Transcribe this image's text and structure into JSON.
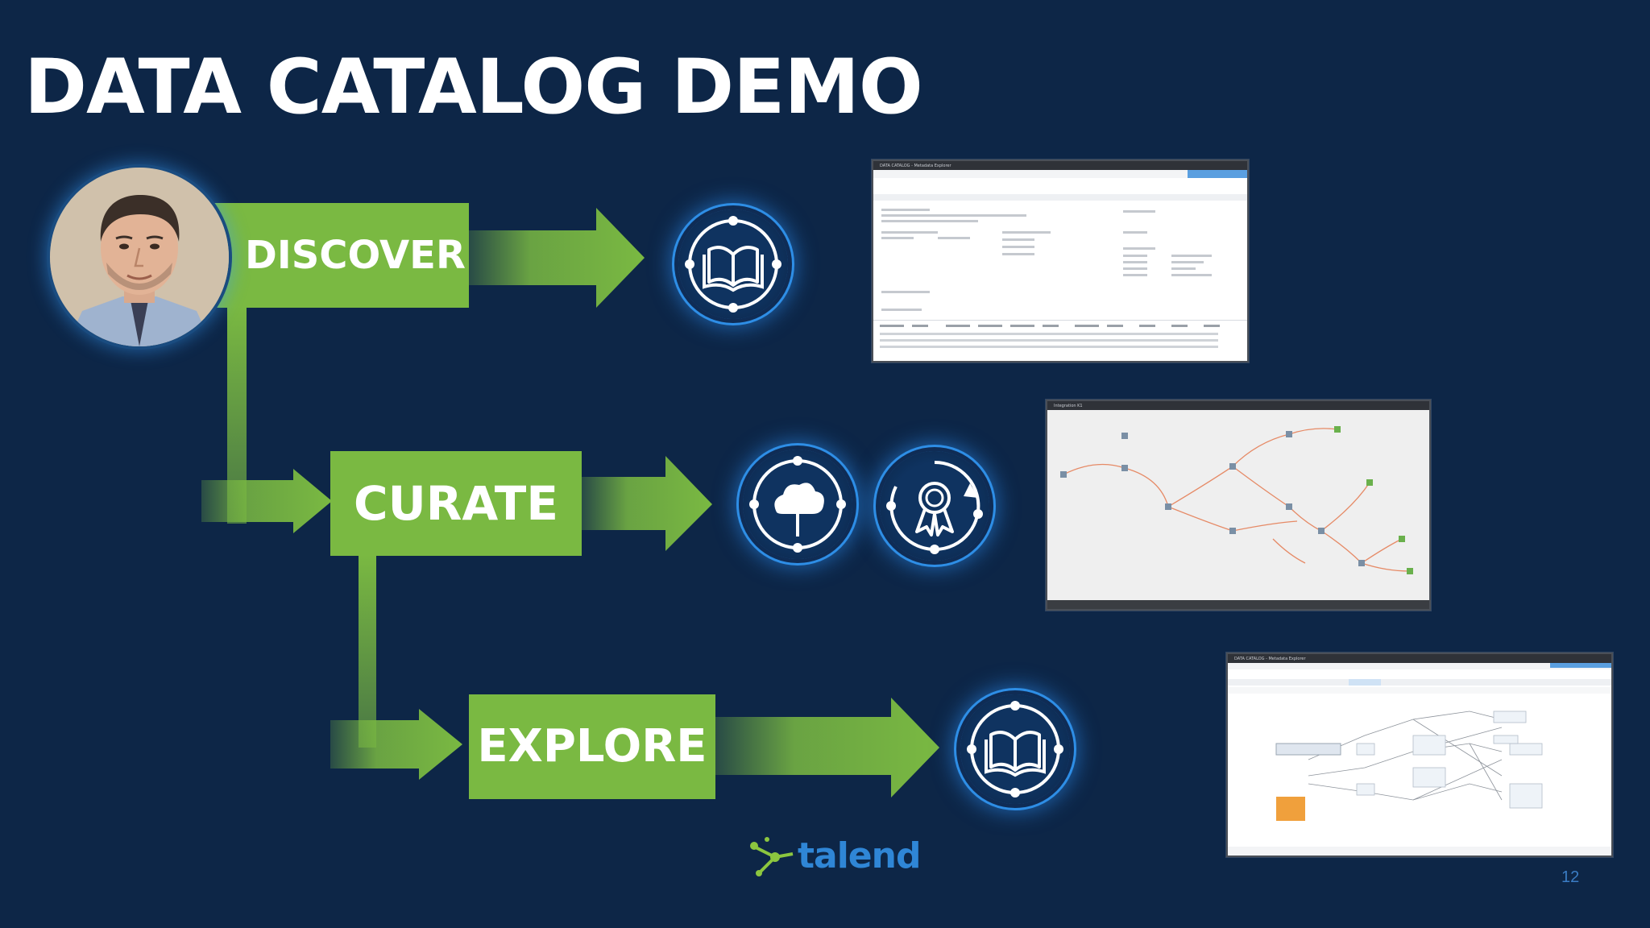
{
  "slide": {
    "title": "DATA CATALOG DEMO",
    "page_number": "12"
  },
  "steps": [
    {
      "label": "DISCOVER"
    },
    {
      "label": "CURATE"
    },
    {
      "label": "EXPLORE"
    }
  ],
  "icons": {
    "discover": "open-book-icon",
    "curate_1": "cloud-network-icon",
    "curate_2": "award-ribbon-icon",
    "explore": "open-book-icon"
  },
  "screenshots": {
    "discover_title": "DATA CATALOG - Metadata Explorer",
    "curate_title": "Integration K1",
    "explore_title": "DATA CATALOG - Metadata Explorer"
  },
  "logo": {
    "text": "talend"
  },
  "colors": {
    "background": "#0d2647",
    "step_green": "#7ab942",
    "icon_glow": "#2e8ee6",
    "logo_blue": "#2f86d6",
    "logo_green": "#8cc63f"
  }
}
